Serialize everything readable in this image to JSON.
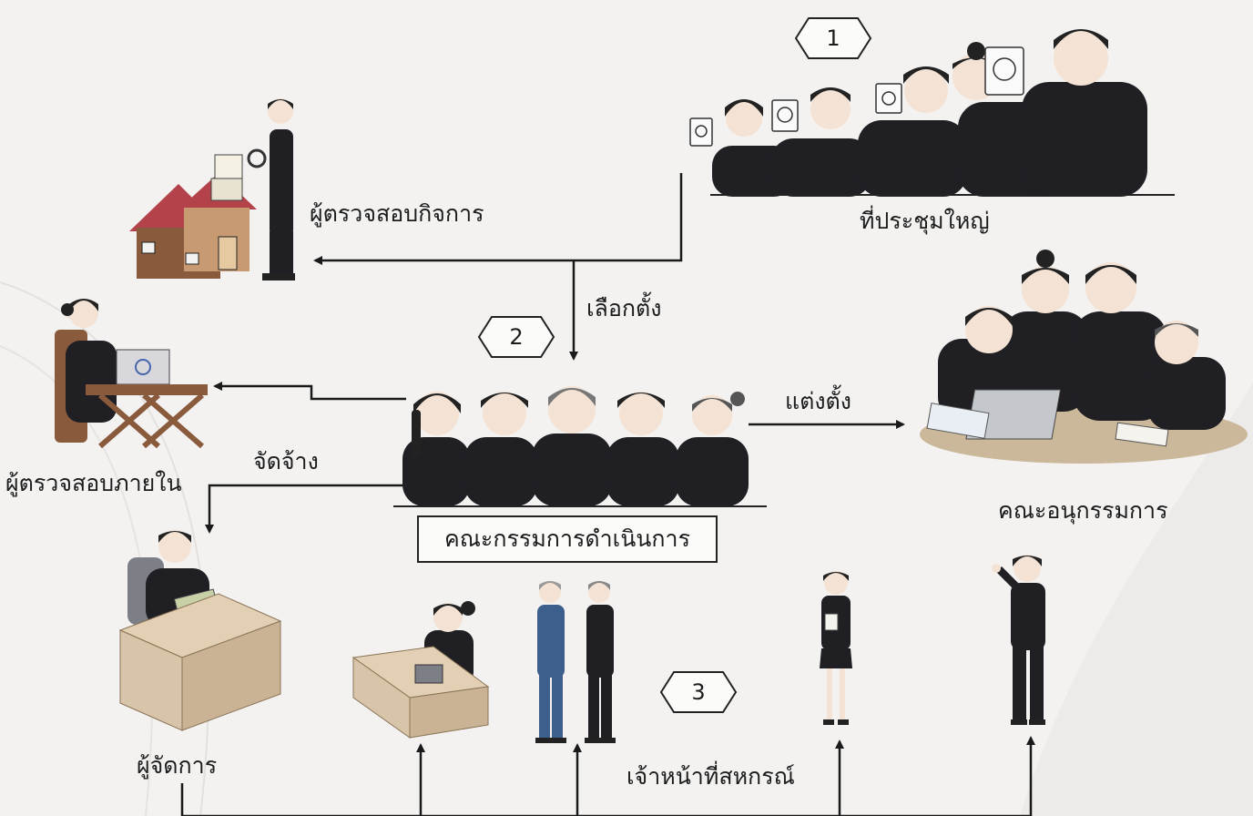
{
  "labels": {
    "general_meeting": "ที่ประชุมใหญ่",
    "business_auditor": "ผู้ตรวจสอบกิจการ",
    "elect": "เลือกตั้ง",
    "appoint": "แต่งตั้ง",
    "hire": "จัดจ้าง",
    "internal_auditor": "ผู้ตรวจสอบภายใน",
    "board": "คณะกรรมการดำเนินการ",
    "subcommittee": "คณะอนุกรรมการ",
    "manager": "ผู้จัดการ",
    "coop_staff": "เจ้าหน้าที่สหกรณ์"
  },
  "badges": {
    "step1": "1",
    "step2": "2",
    "step3": "3"
  },
  "colors": {
    "background": "#f3f2f1",
    "suit": "#1f1f24",
    "line": "#1a1a1a",
    "roof": "#b4424a",
    "house": "#8a5a3c",
    "desk": "#d8c4a8"
  }
}
